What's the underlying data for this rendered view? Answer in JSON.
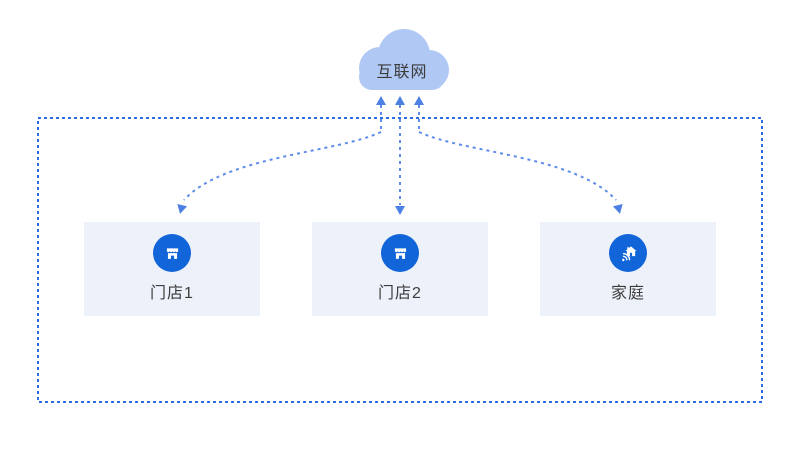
{
  "diagram": {
    "cloud": {
      "label": "互联网"
    },
    "nodes": [
      {
        "id": "store1",
        "label": "门店1",
        "icon": "storefront-icon"
      },
      {
        "id": "store2",
        "label": "门店2",
        "icon": "storefront-icon"
      },
      {
        "id": "home",
        "label": "家庭",
        "icon": "smart-home-wifi-icon"
      }
    ],
    "colors": {
      "cloud_fill": "#AFC8F4",
      "border_dash": "#2A6BE8",
      "connector": "#5F8DE8",
      "arrowhead": "#4C80E4",
      "node_bg": "#EDF1FA",
      "icon_circle": "#1165D8",
      "icon_glyph": "#FFFFFF",
      "label_text": "#3C3C3C"
    }
  }
}
